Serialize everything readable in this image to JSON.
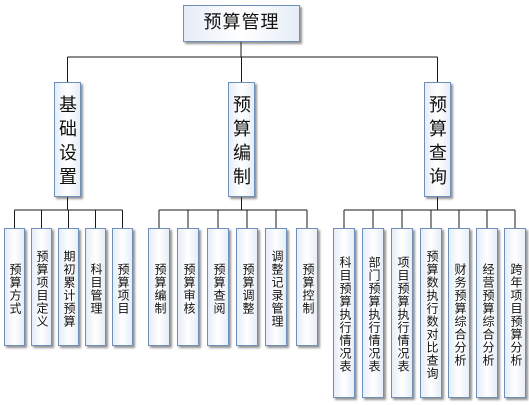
{
  "colors": {
    "line": "#1a1a1a",
    "border": "#6f8fb8",
    "fill_edge": "#e6edf7",
    "fill_center": "#ffffff"
  },
  "root": {
    "label": "预算管理"
  },
  "groups": [
    {
      "label": "基础设置",
      "children": [
        "预算方式",
        "预算项目定义",
        "期初累计预算",
        "科目管理",
        "预算项目"
      ]
    },
    {
      "label": "预算编制",
      "children": [
        "预算编制",
        "预算审核",
        "预算查阅",
        "预算调整",
        "调整记录管理",
        "预算控制"
      ]
    },
    {
      "label": "预算查询",
      "children": [
        "科目预算执行情况表",
        "部门预算执行情况表",
        "项目预算执行情况表",
        "预算数执行数对比查询",
        "财务预算综合分析",
        "经营预算综合分析",
        "跨年项目预算分析"
      ]
    }
  ]
}
